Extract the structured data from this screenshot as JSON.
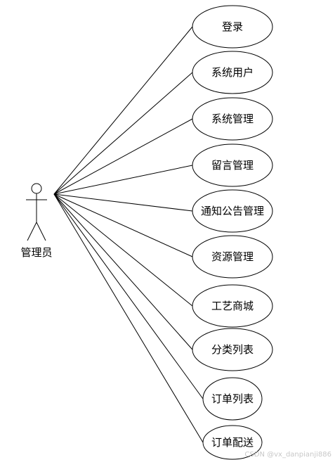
{
  "actor": {
    "label": "管理员"
  },
  "use_cases": [
    {
      "label": "登录"
    },
    {
      "label": "系统用户"
    },
    {
      "label": "系统管理"
    },
    {
      "label": "留言管理"
    },
    {
      "label": "通知公告管理"
    },
    {
      "label": "资源管理"
    },
    {
      "label": "工艺商城"
    },
    {
      "label": "分类列表"
    },
    {
      "label": "订单列表"
    },
    {
      "label": "订单配送"
    }
  ],
  "watermark": "CSDN @vx_danpianji886"
}
